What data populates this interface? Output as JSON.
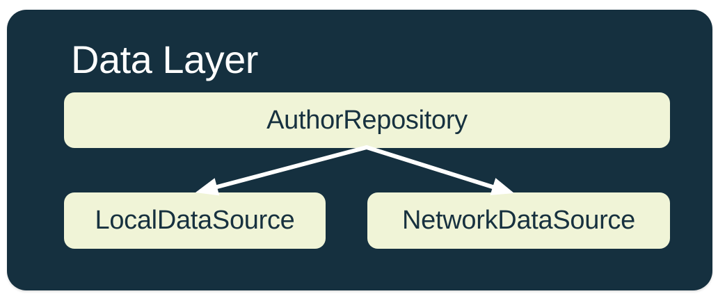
{
  "diagram": {
    "title": "Data Layer",
    "type": "architecture-diagram",
    "nodes": [
      {
        "id": "author-repository",
        "label": "AuthorRepository",
        "row": "top"
      },
      {
        "id": "local-data-source",
        "label": "LocalDataSource",
        "row": "bottom"
      },
      {
        "id": "network-data-source",
        "label": "NetworkDataSource",
        "row": "bottom"
      }
    ],
    "edges": [
      {
        "from": "AuthorRepository",
        "to": "LocalDataSource",
        "style": "white-arrow"
      },
      {
        "from": "AuthorRepository",
        "to": "NetworkDataSource",
        "style": "white-arrow"
      }
    ],
    "colors": {
      "page_background": "#FFFFFF",
      "container_background": "#15303F",
      "node_background": "#F0F4D7",
      "node_text": "#17313F",
      "title_text": "#FFFFFF",
      "arrow": "#FFFFFF"
    }
  }
}
